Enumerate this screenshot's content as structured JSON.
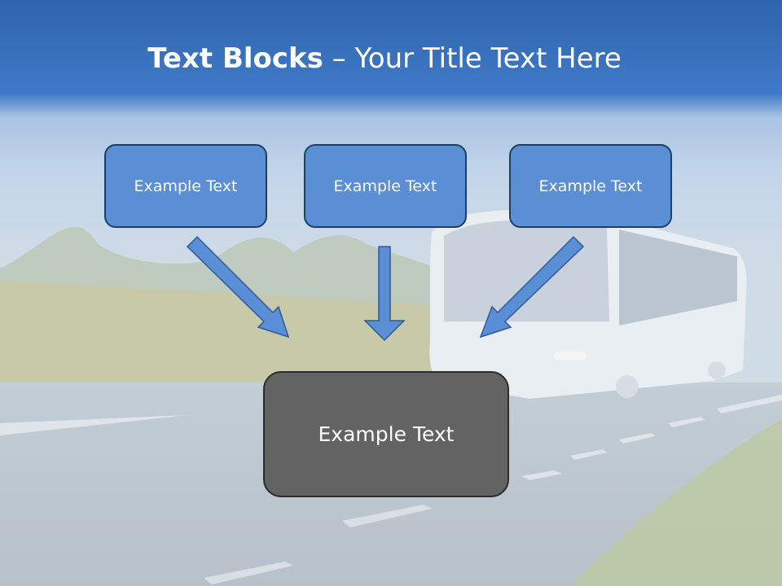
{
  "title": {
    "bold": "Text Blocks",
    "dash": " – ",
    "rest": "Your Title Text Here"
  },
  "blocks": {
    "top": [
      {
        "label": "Example Text"
      },
      {
        "label": "Example Text"
      },
      {
        "label": "Example Text"
      }
    ],
    "bottom": {
      "label": "Example Text"
    }
  },
  "colors": {
    "header_blue": "#3b72bf",
    "block_fill": "#5a8fd6",
    "block_border": "#1f3e66",
    "center_fill": "#636363",
    "arrow_fill": "#5a8fd6"
  }
}
